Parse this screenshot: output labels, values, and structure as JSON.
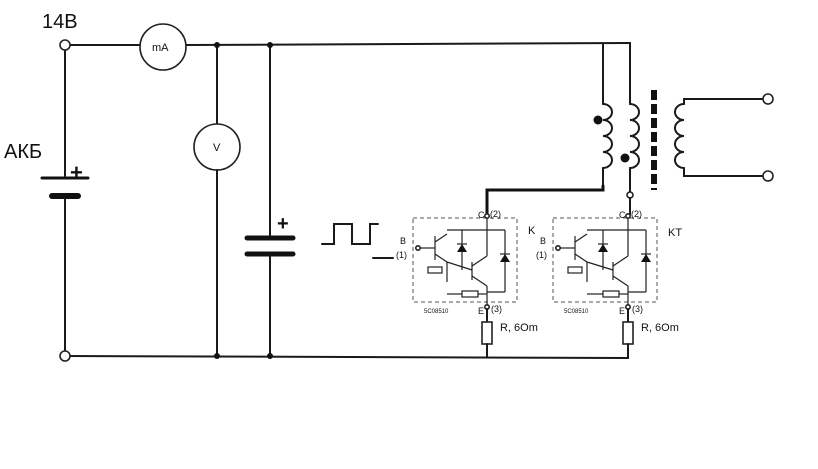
{
  "labels": {
    "supply_voltage": "14В",
    "battery": "АКБ",
    "battery_plus": "+",
    "ammeter": "mA",
    "voltmeter": "V",
    "capacitor_plus": "+"
  },
  "modules": [
    {
      "collector_label": "C",
      "collector_pin": "(2)",
      "base_label": "B",
      "base_pin": "(1)",
      "emitter_label": "E",
      "emitter_pin": "(3)",
      "part_number": "5C08510",
      "resistor_label": "R, 6Оm",
      "side_label": ""
    },
    {
      "collector_label": "C",
      "collector_pin": "(2)",
      "base_label": "B",
      "base_pin": "(1)",
      "emitter_label": "E",
      "emitter_pin": "(3)",
      "part_number": "5C08510",
      "resistor_label": "R, 6Оm",
      "side_label": "K",
      "side_label_right": "KT"
    }
  ]
}
